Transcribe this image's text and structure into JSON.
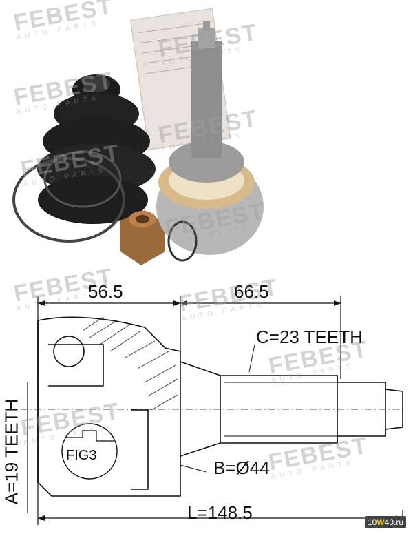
{
  "brand": {
    "watermark": "FEBEST",
    "watermark_sub": "AUTO PARTS"
  },
  "drawing": {
    "dim_left": "56.5",
    "dim_right": "66.5",
    "spline_c": "C=23 TEETH",
    "spline_a": "A=19 TEETH",
    "diameter_b": "B=Ø44",
    "length_l": "L=148.5",
    "fig_label": "FIG3"
  },
  "badge": {
    "prefix": "10",
    "mark": "W",
    "suffix": "40.ru"
  }
}
